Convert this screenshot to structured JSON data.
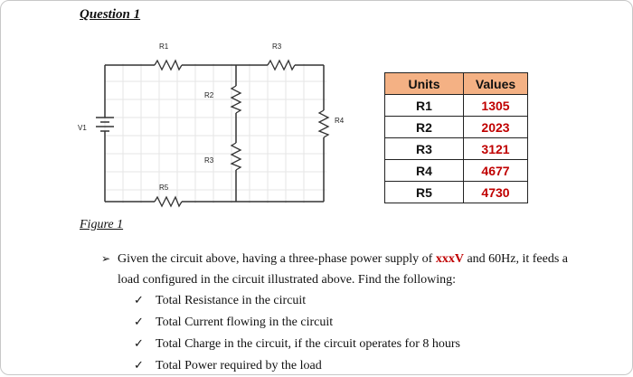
{
  "question": {
    "title": "Question 1"
  },
  "circuit": {
    "labels": {
      "r1": "R1",
      "r3_top": "R3",
      "r2": "R2",
      "r3_mid": "R3",
      "r4": "R4",
      "r5": "R5",
      "v1": "V1"
    }
  },
  "table": {
    "headers": [
      "Units",
      "Values"
    ],
    "rows": [
      {
        "unit": "R1",
        "value": "1305"
      },
      {
        "unit": "R2",
        "value": "2023"
      },
      {
        "unit": "R3",
        "value": "3121"
      },
      {
        "unit": "R4",
        "value": "4677"
      },
      {
        "unit": "R5",
        "value": "4730"
      }
    ]
  },
  "figure": {
    "label": "Figure 1"
  },
  "text": {
    "arrow": "➢",
    "para_part1": "Given the circuit above, having a three-phase power supply of ",
    "highlight": "xxxV",
    "para_part2": " and 60Hz, it feeds a load configured in the circuit illustrated above. Find the following:",
    "check": "✓",
    "items": [
      "Total Resistance in the circuit",
      "Total Current flowing in the circuit",
      "Total Charge in the circuit, if the circuit operates for 8 hours",
      "Total Power required by the load"
    ]
  }
}
